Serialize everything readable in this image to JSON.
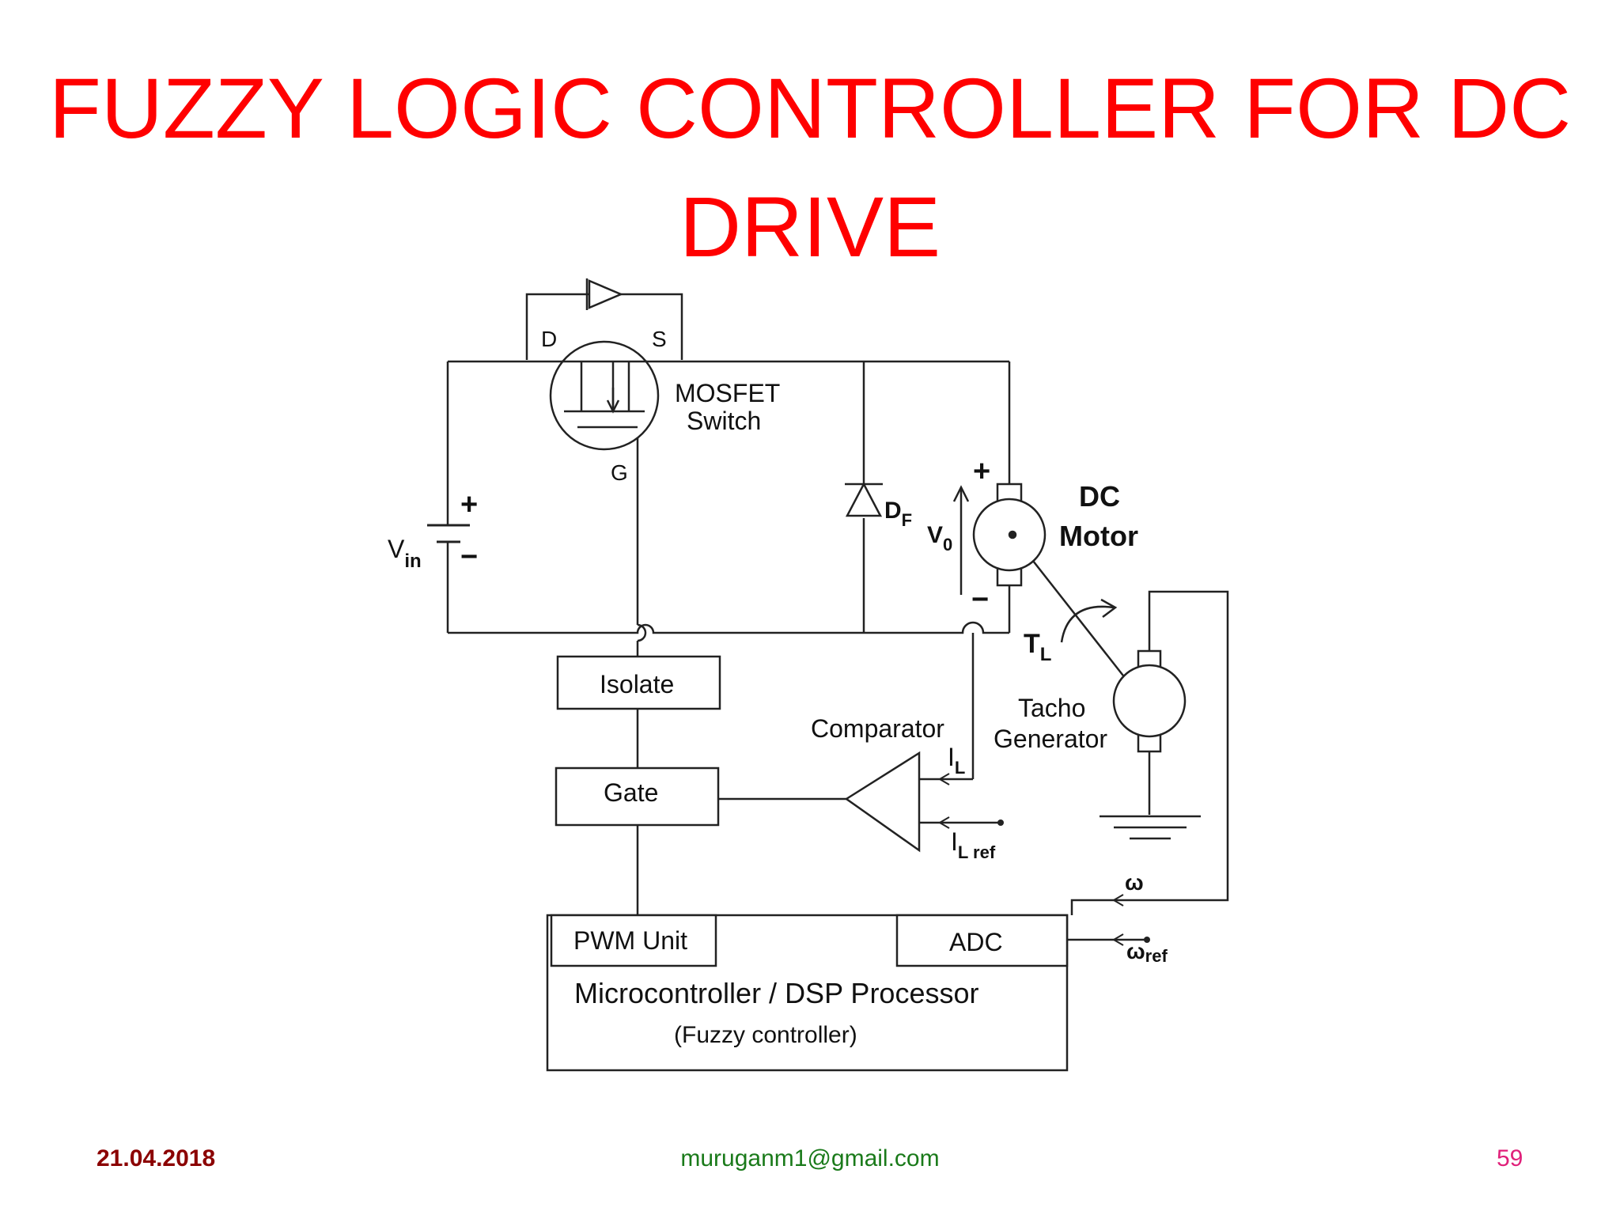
{
  "slide": {
    "title_line1": "FUZZY LOGIC CONTROLLER FOR DC",
    "title_line2": "DRIVE"
  },
  "diagram": {
    "mosfet": {
      "drain": "D",
      "source": "S",
      "gate": "G",
      "label_line1": "MOSFET",
      "label_line2": "Switch"
    },
    "vin": {
      "symbol": "V",
      "subscript": "in",
      "plus": "+",
      "minus": "−"
    },
    "diode": {
      "symbol": "D",
      "subscript": "F"
    },
    "vo": {
      "symbol": "V",
      "subscript": "0"
    },
    "motor": {
      "label_line1": "DC",
      "label_line2": "Motor",
      "plus": "+",
      "minus": "−"
    },
    "tl": {
      "symbol": "T",
      "subscript": "L"
    },
    "tacho": {
      "label_line1": "Tacho",
      "label_line2": "Generator"
    },
    "comparator": {
      "label": "Comparator"
    },
    "il": {
      "symbol": "I",
      "subscript": "L"
    },
    "ilref": {
      "symbol": "I",
      "subscript": "L ref"
    },
    "omega": {
      "symbol": "ω"
    },
    "omega_ref": {
      "symbol": "ω",
      "subscript": "ref"
    },
    "blocks": {
      "isolate": "Isolate",
      "gate": "Gate",
      "pwm": "PWM Unit",
      "adc": "ADC",
      "processor_line1": "Microcontroller / DSP Processor",
      "processor_line2": "(Fuzzy controller)"
    }
  },
  "footer": {
    "date": "21.04.2018",
    "email": "muruganm1@gmail.com",
    "page": "59"
  }
}
